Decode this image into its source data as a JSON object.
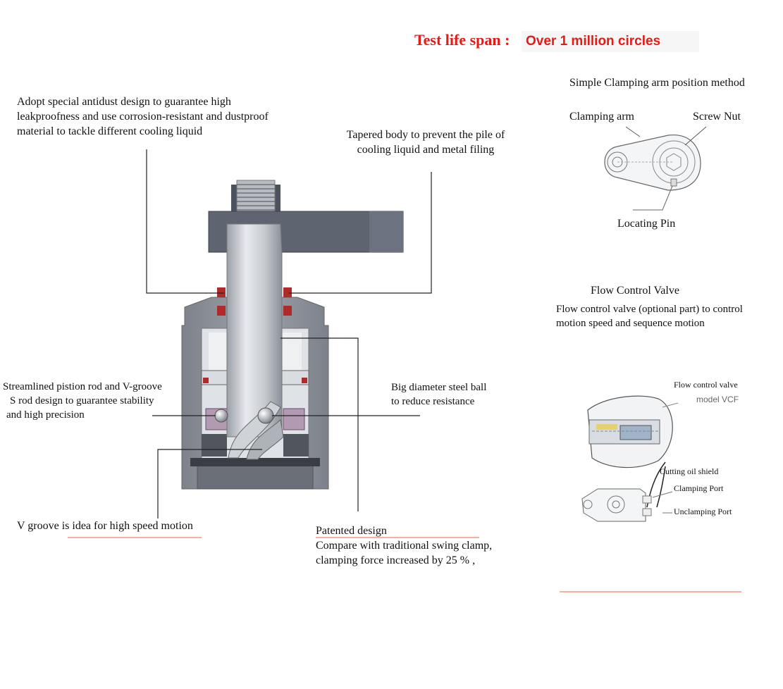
{
  "header": {
    "label": "Test life span :",
    "value": "Over 1 million circles"
  },
  "callouts": {
    "antidust": [
      "Adopt special antidust design to guarantee high",
      "leakproofness and use corrosion-resistant and  dustproof",
      "material to tackle different cooling liquid"
    ],
    "tapered": [
      "Tapered body to prevent the pile of",
      "cooling liquid and metal filing"
    ],
    "streamlined": [
      "Streamlined pistion rod and  V-groove",
      "S rod design to guarantee stability",
      "and high precision"
    ],
    "steel_ball": [
      "Big diameter steel ball",
      "to reduce  resistance"
    ],
    "v_groove": "V groove is idea for high speed motion",
    "patented": [
      "Patented design",
      "Compare with traditional swing clamp,",
      "clamping force increased by 25 % ,"
    ]
  },
  "clamping_method": {
    "title": "Simple Clamping arm position method",
    "arm_label": "Clamping arm",
    "nut_label": "Screw Nut",
    "pin_label": "Locating Pin"
  },
  "flow_control": {
    "title": "Flow Control Valve",
    "description": [
      "Flow control valve (optional part) to control",
      "motion speed and sequence motion"
    ],
    "valve_label": "Flow control valve",
    "model_label": "model VCF",
    "shield_label": "Cutting oil shield",
    "clamping_port": "Clamping Port",
    "unclamping_port": "Unclamping Port"
  },
  "colors": {
    "accent_red": "#e41b17",
    "underline_orange": "#f08060",
    "body_gray": "#8a8e96",
    "arm_gray": "#5e6470",
    "seal_red": "#b02a2a"
  }
}
